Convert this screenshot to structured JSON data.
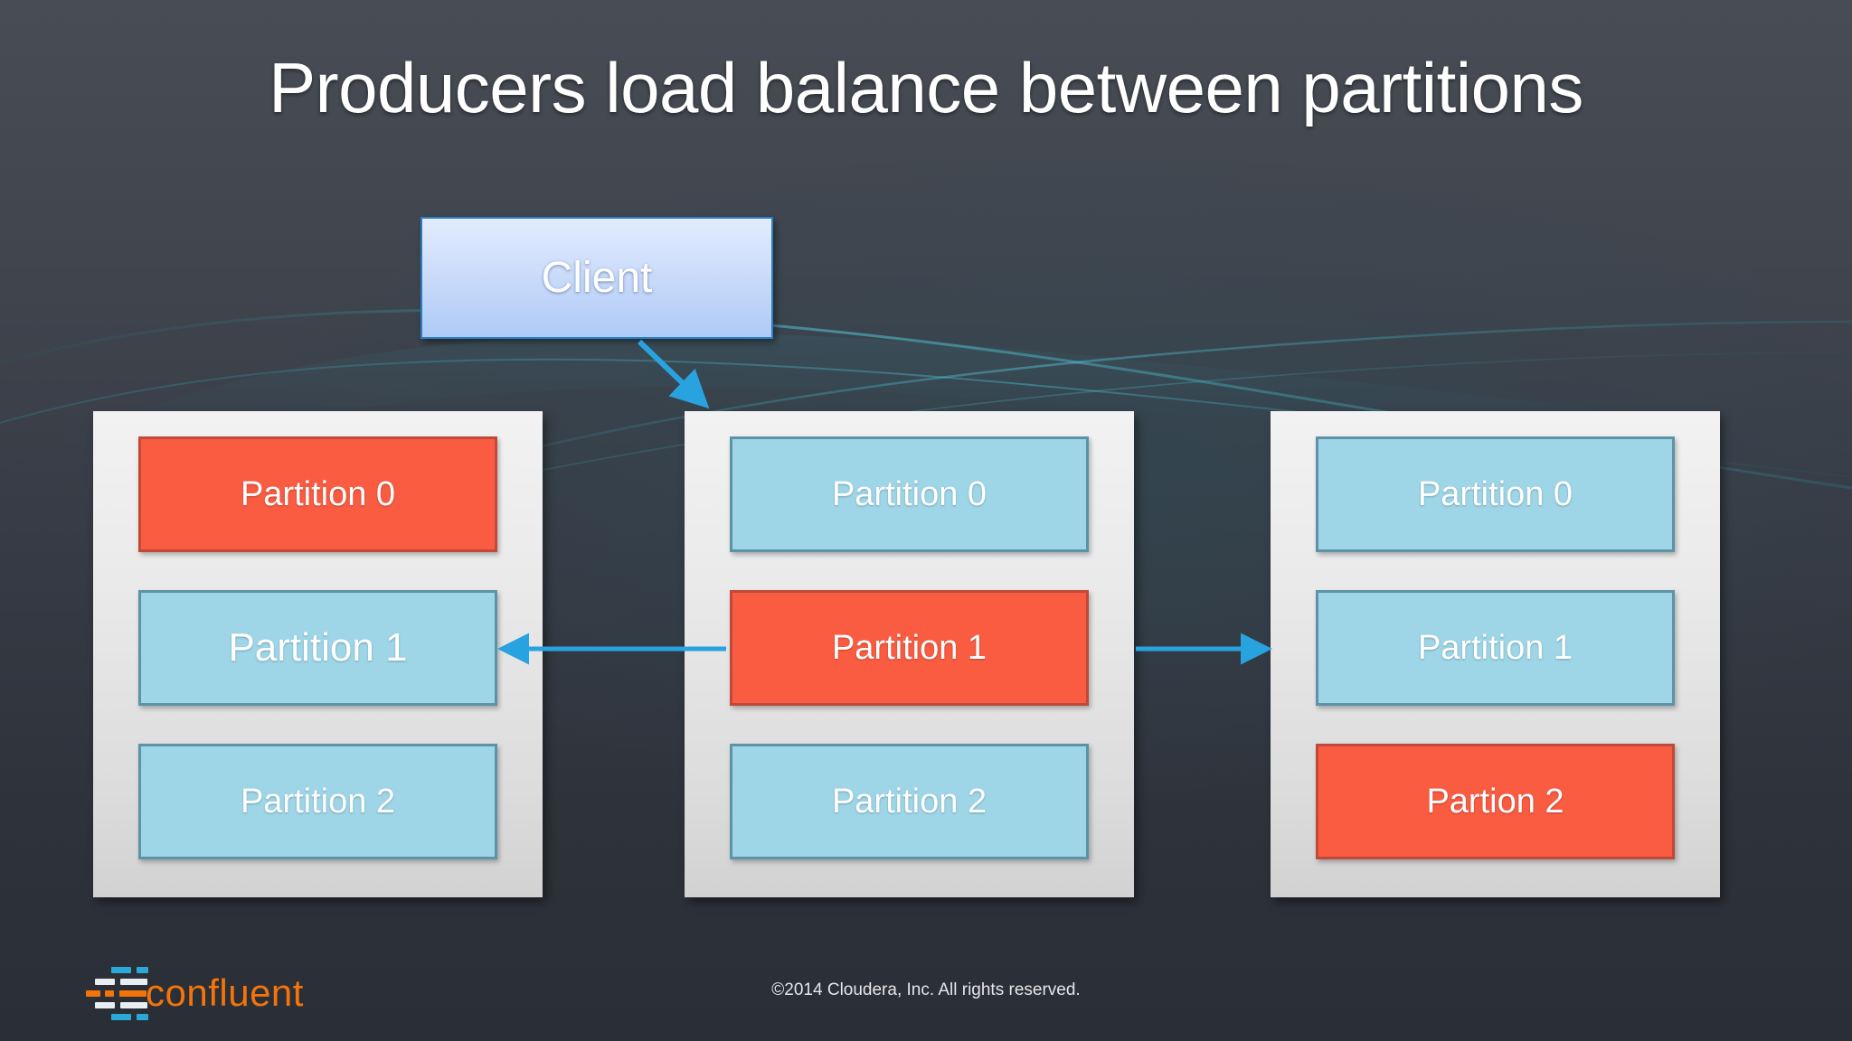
{
  "slide": {
    "title": "Producers load balance between partitions",
    "background_color": "#41464f",
    "accent_arrow_color": "#29a3e0"
  },
  "client": {
    "label": "Client",
    "fill_top": "#e2ecfd",
    "fill_bottom": "#aecaf6",
    "border_color": "#2a7fc4"
  },
  "colors": {
    "highlight_red": "#fa5c42",
    "highlight_red_border": "#bf4a3a",
    "partition_blue": "#9ed6e8",
    "partition_blue_border": "#5d93a6",
    "panel_bg": "#eaeaea",
    "logo_orange": "#f2740b",
    "logo_cyan": "#2ba8d8",
    "logo_white": "#e9eef2"
  },
  "brokers": [
    {
      "name": "broker-left",
      "partitions": [
        {
          "label": "Partition 0",
          "state": "highlighted",
          "size": "normal"
        },
        {
          "label": "Partition 1",
          "state": "normal",
          "size": "big"
        },
        {
          "label": "Partition 2",
          "state": "normal",
          "size": "normal"
        }
      ]
    },
    {
      "name": "broker-middle",
      "partitions": [
        {
          "label": "Partition 0",
          "state": "normal",
          "size": "normal"
        },
        {
          "label": "Partition 1",
          "state": "highlighted",
          "size": "normal"
        },
        {
          "label": "Partition 2",
          "state": "normal",
          "size": "normal"
        }
      ]
    },
    {
      "name": "broker-right",
      "partitions": [
        {
          "label": "Partition 0",
          "state": "normal",
          "size": "normal"
        },
        {
          "label": "Partition 1",
          "state": "normal",
          "size": "normal"
        },
        {
          "label": "Partion 2",
          "state": "highlighted",
          "size": "normal"
        }
      ]
    }
  ],
  "arrows": [
    {
      "name": "client-to-broker-middle",
      "direction": "down-right"
    },
    {
      "name": "middle-to-left-replication",
      "direction": "left"
    },
    {
      "name": "middle-to-right-replication",
      "direction": "right"
    }
  ],
  "footer": {
    "copyright": "©2014 Cloudera, Inc. All rights reserved.",
    "logo_word": "confluent"
  }
}
